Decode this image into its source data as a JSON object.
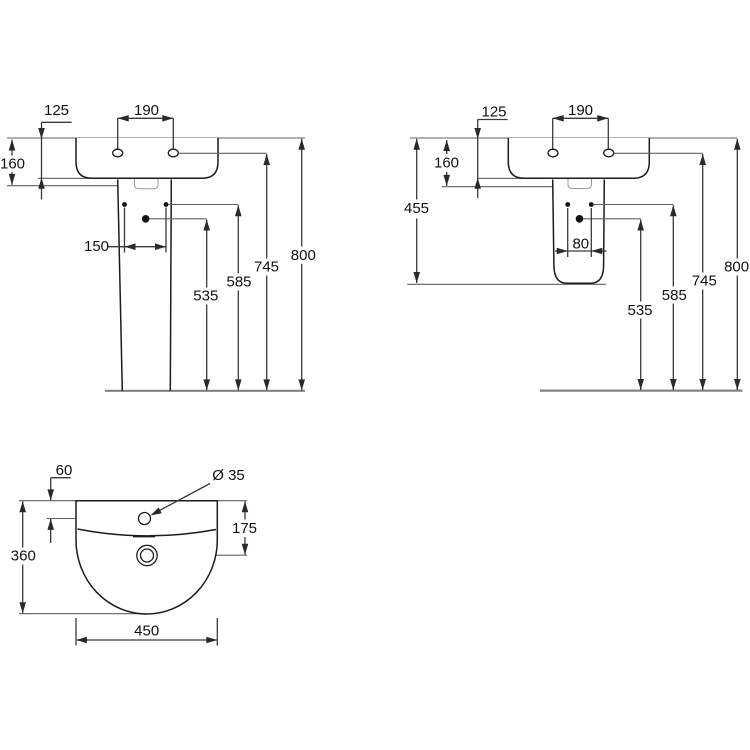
{
  "background_color": "#ffffff",
  "line_color": "#3a3a3a",
  "outline_color": "#1c1c1c",
  "floor_line_color": "#838383",
  "left_view": {
    "d125": "125",
    "d190": "190",
    "d160": "160",
    "d150": "150",
    "d535": "535",
    "d585": "585",
    "d745": "745",
    "d800": "800"
  },
  "right_view": {
    "d125": "125",
    "d190": "190",
    "d160": "160",
    "d455": "455",
    "d80": "80",
    "d535": "535",
    "d585": "585",
    "d745": "745",
    "d800": "800"
  },
  "plan_view": {
    "d60": "60",
    "d_diameter": "Ø 35",
    "d175": "175",
    "d360": "360",
    "d450": "450"
  }
}
